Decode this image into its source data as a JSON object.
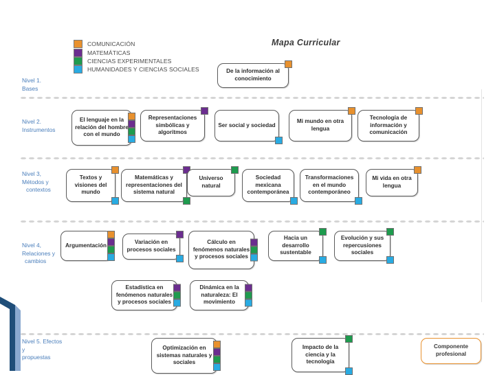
{
  "title": "Mapa Curricular",
  "colors": {
    "comunicacion": "#E8912E",
    "matematicas": "#6B2D8F",
    "ciencias_experimentales": "#1E9B4E",
    "humanidades": "#29ABE2",
    "level_label": "#4a7ebb",
    "box_border": "#5a5a5a",
    "dotted_separator": "#d2d2d2"
  },
  "legend": {
    "items": [
      {
        "label": "COMUNICACIÓN",
        "color": "#E8912E"
      },
      {
        "label": "MATEMÁTICAS",
        "color": "#6B2D8F"
      },
      {
        "label": "CIENCIAS EXPERIMENTALES",
        "color": "#1E9B4E"
      },
      {
        "label": "HUMANIDADES Y CIENCIAS SOCIALES",
        "color": "#29ABE2"
      }
    ]
  },
  "levels": [
    {
      "id": "nivel-1",
      "label": "Nivel 1.\nBases",
      "line1": "Nivel 1.",
      "line2": "Bases",
      "line3": ""
    },
    {
      "id": "nivel-2",
      "label": "Nivel 2. Instrumentos",
      "line1": "Nivel 2.",
      "line2": "Instrumentos",
      "line3": ""
    },
    {
      "id": "nivel-3",
      "label": "Nivel 3. Métodos y contextos",
      "line1": "Nivel 3,",
      "line2": "Métodos y",
      "line3": "contextos"
    },
    {
      "id": "nivel-4",
      "label": "Nivel 4. Relaciones y cambios",
      "line1": "Nivel 4,",
      "line2": "Relaciones y",
      "line3": "cambios"
    },
    {
      "id": "nivel-5",
      "label": "Nivel 5. Efectos y propuestas",
      "line1": "Nivel 5. Efectos",
      "line2": "y",
      "line3": "propuestas"
    }
  ],
  "nodes": {
    "n1": "De la información al conocimiento",
    "n2_1": "El lenguaje en la relación del hombre con el mundo",
    "n2_2": "Representaciones simbólicas y algoritmos",
    "n2_3": "Ser social y sociedad",
    "n2_4": "Mi mundo en otra lengua",
    "n2_5": "Tecnología de información y comunicación",
    "n3_1": "Textos y visiones del mundo",
    "n3_2": "Matemáticas y representaciones del sistema natural",
    "n3_3": "Universo natural",
    "n3_4": "Sociedad mexicana contemporánea",
    "n3_5": "Transformaciones en el mundo contemporáneo",
    "n3_6": "Mi vida en otra lengua",
    "n4_1": "Argumentación",
    "n4_2": "Variación en procesos sociales",
    "n4_3": "Cálculo en fenómenos naturales y procesos sociales",
    "n4_4": "Hacia un desarrollo sustentable",
    "n4_5": "Evolución y sus repercusiones sociales",
    "n4_6": "Estadística en fenómenos naturales y procesos sociales",
    "n4_7": "Dinámica en la naturaleza: El movimiento",
    "n5_1": "Optimización en sistemas naturales y sociales",
    "n5_2": "Impacto de la ciencia y la tecnología",
    "n5_3": "Componente profesional"
  }
}
